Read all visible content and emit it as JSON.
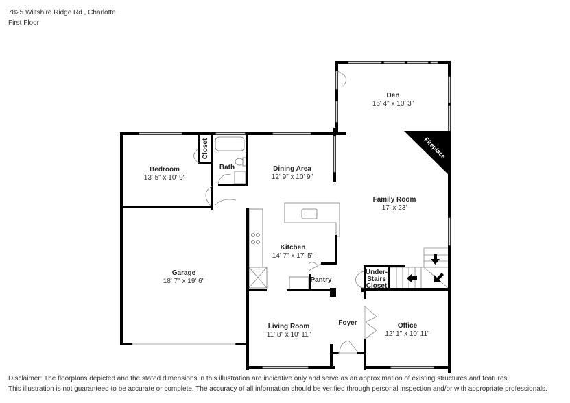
{
  "header": {
    "address": "7825 Wiltshire Ridge Rd , Charlotte",
    "floor": "First Floor"
  },
  "rooms": {
    "den": {
      "name": "Den",
      "dims": "16' 4\" x 10' 3\""
    },
    "fireplace": {
      "name": "Fireplace"
    },
    "bedroom": {
      "name": "Bedroom",
      "dims": "13' 5\" x 10' 9\""
    },
    "closet": {
      "name": "Closet"
    },
    "bath": {
      "name": "Bath"
    },
    "dining": {
      "name": "Dining Area",
      "dims": "12' 9\" x 10' 9\""
    },
    "family": {
      "name": "Family Room",
      "dims": "17' x 23'"
    },
    "kitchen": {
      "name": "Kitchen",
      "dims": "14' 7\" x 17' 5\""
    },
    "pantry": {
      "name": "Pantry"
    },
    "garage": {
      "name": "Garage",
      "dims": "18' 7\" x 19' 6\""
    },
    "understairs": {
      "line1": "Under-",
      "line2": "Stairs",
      "line3": "Closet"
    },
    "living": {
      "name": "Living Room",
      "dims": "11' 8\" x 10' 11\""
    },
    "foyer": {
      "name": "Foyer"
    },
    "office": {
      "name": "Office",
      "dims": "12' 1\" x 10' 11\""
    }
  },
  "disclaimer": {
    "line1": "Disclaimer: The floorplans depicted and the stated dimensions in this illustration are indicative only and serve as an approximation of existing structures and features.",
    "line2": "This illustration is not guaranteed to be accurate or complete. The accuracy of all information should be verified through personal inspection and/or with appropriate professionals."
  },
  "icons": {
    "stair_arrow_down": "arrow-down",
    "stair_arrow_left": "arrow-left",
    "stair_arrow_diag": "arrow-down-right"
  },
  "colors": {
    "wall": "#000000",
    "window": "#999999",
    "text": "#222222"
  }
}
